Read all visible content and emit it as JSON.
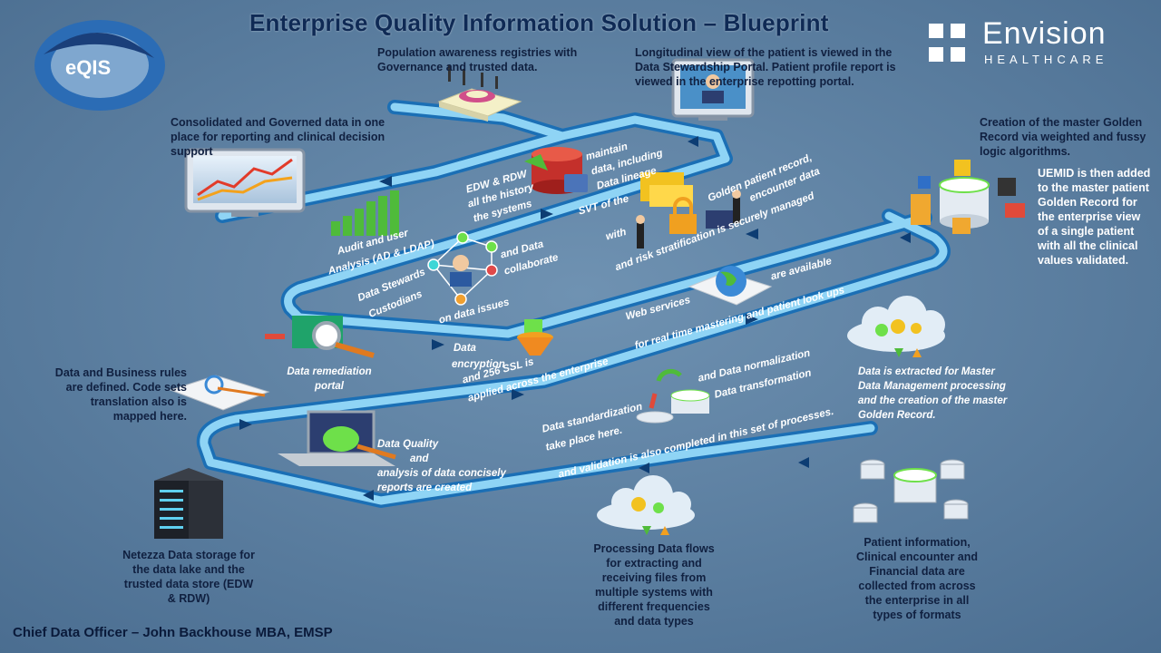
{
  "title": "Enterprise Quality Information Solution – Blueprint",
  "footer": "Chief Data Officer – John Backhouse MBA, EMSP",
  "logos": {
    "eqis": "eQIS",
    "envision_name": "Envision",
    "envision_sub": "HEALTHCARE"
  },
  "labels": {
    "population": "Population awareness registries with Governance        and trusted data.",
    "longitudinal": "Longitudinal view of the patient is viewed in the Data                    Stewardship Portal. Patient profile report is viewed in the enterprise repotting portal.",
    "consolidated": "Consolidated and Governed data in one place for reporting and clinical decision support",
    "golden": "Creation of the master Golden Record via weighted and fussy logic algorithms.",
    "uemid": "UEMID is then added to the master patient Golden Record for the enterprise view of a single patient with all the clinical values validated.",
    "maintain_1": "maintain",
    "maintain_2": "data, including",
    "maintain_3": "Data lineage",
    "edw_1": "EDW & RDW",
    "edw_2": "all the history",
    "edw_3": "the systems",
    "audit_1": "Audit and user",
    "audit_2": "Analysis (AD & LDAP)",
    "svt_1": "SVT of the",
    "svt_2": "with",
    "gpr_1": "Golden patient record,",
    "gpr_2": "encounter data",
    "risk": "and risk stratification is securely managed",
    "stewards_1": "Data Stewards",
    "stewards_2": "Custodians",
    "collab_1": "and Data",
    "collab_2": "collaborate",
    "onissues": "on data issues",
    "webservices": "Web services",
    "available": "are available",
    "realtime": "for real time mastering and patient look ups",
    "remediation": "Data remediation portal",
    "enc_1": "Data",
    "enc_2": "encryption",
    "enc_3": "and 256 SSL is",
    "enc_4": "applied across  the enterprise",
    "extract": "Data is extracted for Master Data Management processing and the creation of the master Golden Record.",
    "rules": "Data and Business rules are defined. Code sets translation also is mapped here.",
    "norm_1": "and Data normalization",
    "norm_2": "Data transformation",
    "std_1": "Data standardization",
    "std_2": "take place here.",
    "validation": "and validation is also completed  in this set of processes.",
    "dq_1": "Data Quality",
    "dq_2": "and",
    "dq_3": "analysis  of data concisely",
    "dq_4": "reports are created",
    "netezza": "Netezza Data storage for the data lake and the trusted data store (EDW & RDW)",
    "processing": "Processing Data flows for extracting and receiving files from multiple systems  with different frequencies and data types",
    "patientinfo": "Patient information, Clinical encounter and Financial data are collected from across the enterprise in all types of formats"
  },
  "colors": {
    "background": "#5b7fa1",
    "pipe_outer": "#1b6fb5",
    "pipe_inner": "#8fd4f5",
    "title": "#0f2a55"
  }
}
